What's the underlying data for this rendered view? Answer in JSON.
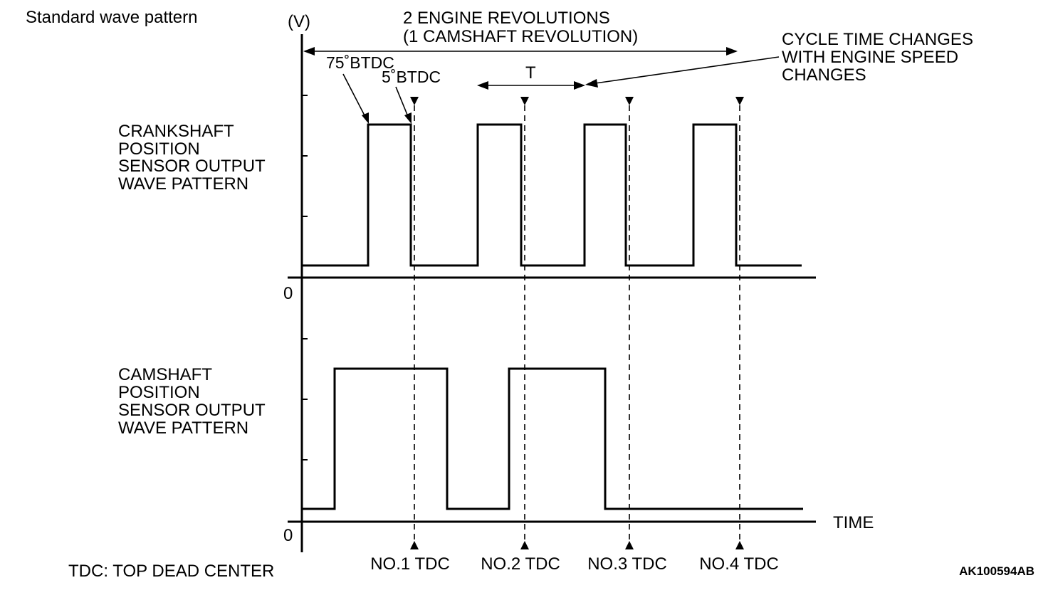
{
  "header": {
    "title": "Standard wave pattern",
    "volt_unit": "(V)"
  },
  "annotations": {
    "revolutions_line1": "2 ENGINE REVOLUTIONS",
    "revolutions_line2": "(1 CAMSHAFT REVOLUTION)",
    "btdc75": "75˚BTDC",
    "btdc5": "5˚BTDC",
    "period": "T",
    "cycle_line1": "CYCLE TIME CHANGES",
    "cycle_line2": "WITH ENGINE SPEED",
    "cycle_line3": "CHANGES"
  },
  "crank": {
    "label_lines": [
      "CRANKSHAFT",
      "POSITION",
      "SENSOR OUTPUT",
      "WAVE PATTERN"
    ],
    "zero": "0"
  },
  "cam": {
    "label_lines": [
      "CAMSHAFT",
      "POSITION",
      "SENSOR OUTPUT",
      "WAVE PATTERN"
    ],
    "zero": "0"
  },
  "time_label": "TIME",
  "tdc_labels": [
    "NO.1 TDC",
    "NO.2 TDC",
    "NO.3 TDC",
    "NO.4 TDC"
  ],
  "footer": {
    "legend": "TDC: TOP DEAD CENTER",
    "code": "AK100594AB"
  }
}
